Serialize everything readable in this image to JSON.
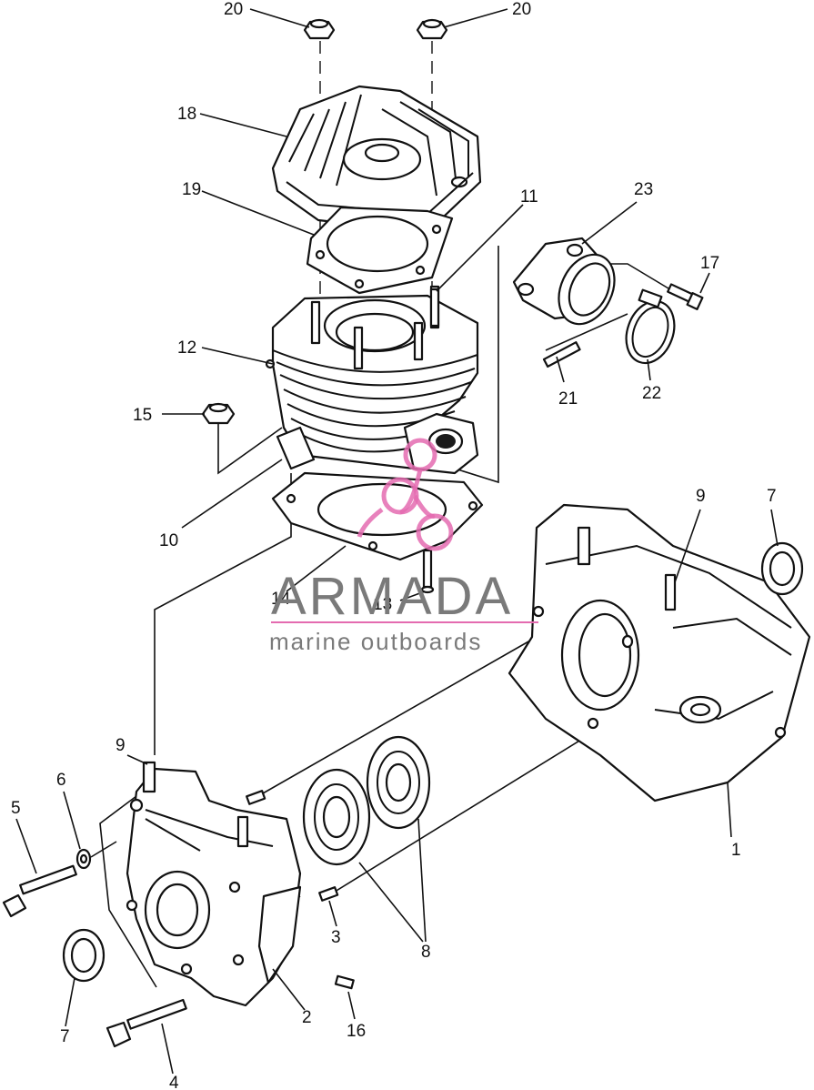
{
  "watermark": {
    "brand": "ARMADA",
    "tagline": "marine outboards",
    "logo_color": "#e46bb0",
    "rule_color": "#e46bb0"
  },
  "callouts": {
    "c1": "1",
    "c2": "2",
    "c3": "3",
    "c4": "4",
    "c5": "5",
    "c6": "6",
    "c7a": "7",
    "c7b": "7",
    "c8": "8",
    "c9a": "9",
    "c9b": "9",
    "c10": "10",
    "c11": "11",
    "c12": "12",
    "c13": "13",
    "c14": "14",
    "c15": "15",
    "c16": "16",
    "c17": "17",
    "c18": "18",
    "c19": "19",
    "c20a": "20",
    "c20b": "20",
    "c21": "21",
    "c22": "22",
    "c23": "23"
  }
}
